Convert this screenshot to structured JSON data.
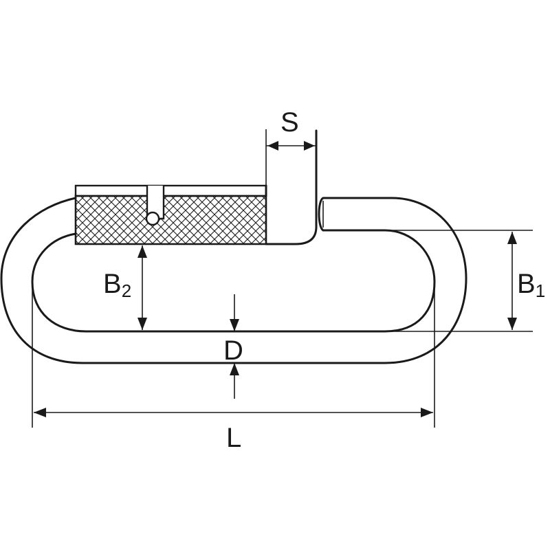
{
  "dimensions": {
    "S": {
      "letter": "S"
    },
    "B1": {
      "letter": "B",
      "subscript": "1"
    },
    "B2": {
      "letter": "B",
      "subscript": "2"
    },
    "D": {
      "letter": "D"
    },
    "L": {
      "letter": "L"
    }
  }
}
